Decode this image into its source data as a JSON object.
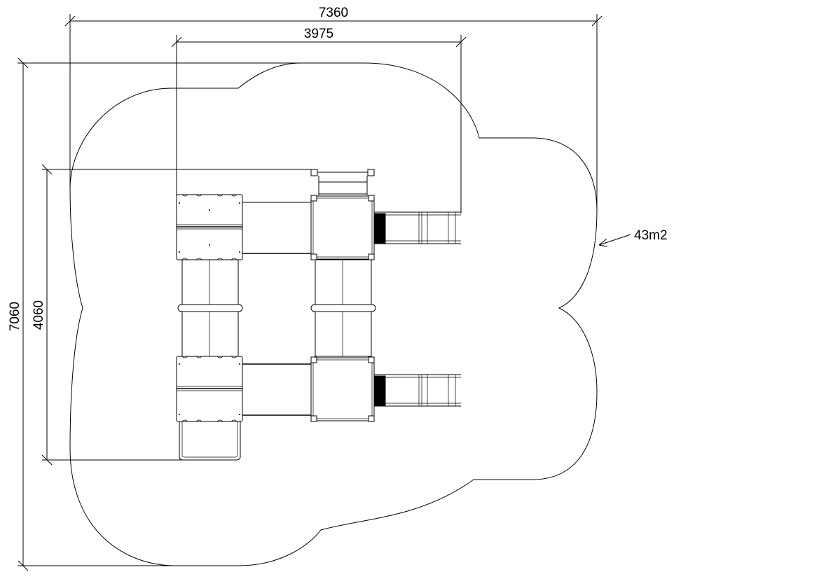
{
  "drawing": {
    "width_total": "7360",
    "width_inner": "3975",
    "height_total": "7060",
    "height_inner": "4060",
    "area_label": "43m2"
  },
  "colors": {
    "line": "#000000",
    "background": "#ffffff"
  }
}
